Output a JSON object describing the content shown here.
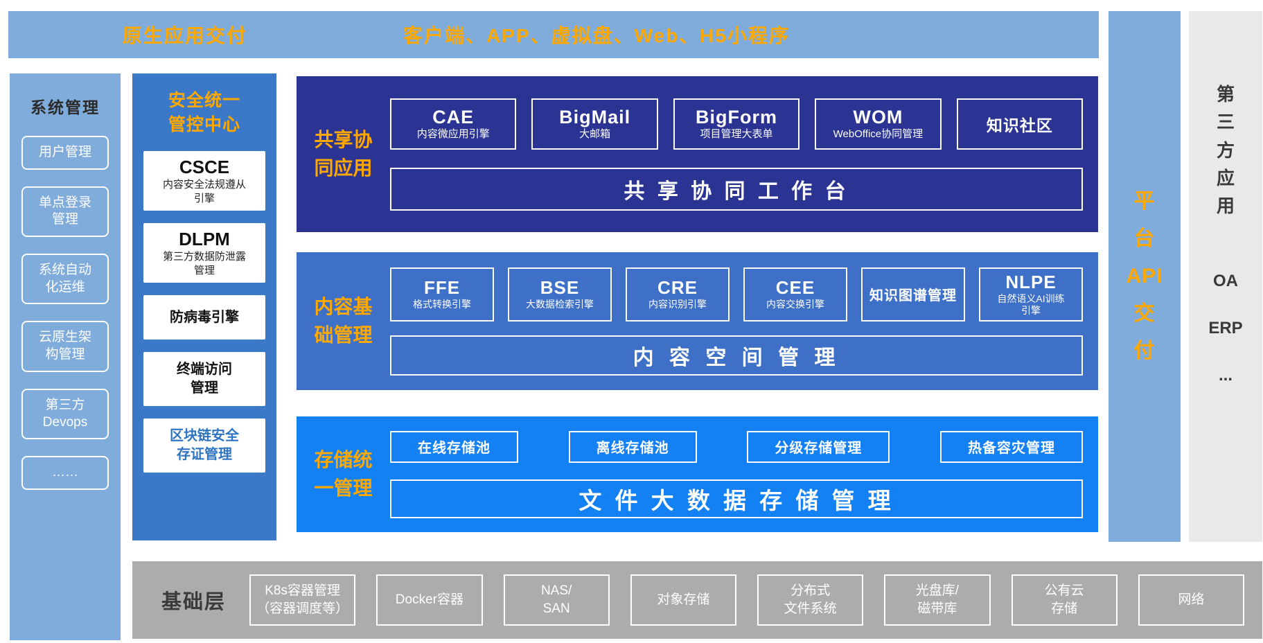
{
  "colors": {
    "light_blue": "#7FACDB",
    "panel_blue": "#3C78C8",
    "navy": "#2B3492",
    "mid_blue": "#3D70C6",
    "bright_blue": "#1380F4",
    "gray_panel": "#E9E9E9",
    "base_gray": "#ACACAC",
    "accent_orange": "#FFA800",
    "accent_blue_text": "#2E74C0",
    "white": "#FFFFFF"
  },
  "top_bar": {
    "left_label": "原生应用交付",
    "right_label": "客户端、APP、虚拟盘、Web、H5小程序"
  },
  "left_panel": {
    "title": "系统管理",
    "items": [
      "用户管理",
      "单点登录\n管理",
      "系统自动\n化运维",
      "云原生架\n构管理",
      "第三方\nDevops",
      "……"
    ]
  },
  "security_panel": {
    "title": "安全统一\n管控中心",
    "modules": [
      {
        "name": "CSCE",
        "desc": "内容安全法规遵从\n引擎"
      },
      {
        "name": "DLPM",
        "desc": "第三方数据防泄露\n管理"
      },
      {
        "name": "防病毒引擎"
      },
      {
        "name": "终端访问\n管理"
      },
      {
        "name": "区块链安全\n存证管理"
      }
    ]
  },
  "layers": [
    {
      "label": "共享协\n同应用",
      "modules": [
        {
          "name": "CAE",
          "desc": "内容微应用引擎"
        },
        {
          "name": "BigMail",
          "desc": "大邮箱"
        },
        {
          "name": "BigForm",
          "desc": "项目管理大表单"
        },
        {
          "name": "WOM",
          "desc": "WebOffice协同管理"
        },
        {
          "name": "知识社区"
        }
      ],
      "bar": "共 享 协 同 工 作 台"
    },
    {
      "label": "内容基\n础管理",
      "modules": [
        {
          "name": "FFE",
          "desc": "格式转换引擎"
        },
        {
          "name": "BSE",
          "desc": "大数据检索引擎"
        },
        {
          "name": "CRE",
          "desc": "内容识别引擎"
        },
        {
          "name": "CEE",
          "desc": "内容交换引擎"
        },
        {
          "name": "知识图谱管理"
        },
        {
          "name": "NLPE",
          "desc": "自然语义AI训练\n引擎"
        }
      ],
      "bar": "内 容 空 间 管 理"
    },
    {
      "label": "存储统\n一管理",
      "modules": [
        {
          "name": "在线存储池"
        },
        {
          "name": "离线存储池"
        },
        {
          "name": "分级存储管理"
        },
        {
          "name": "热备容灾管理"
        }
      ],
      "bar": "文 件 大 数 据 存 储 管 理"
    }
  ],
  "api_panel": {
    "label": "平\n台\nAPI\n交\n付"
  },
  "third_party_panel": {
    "title": "第\n三\n方\n应\n用",
    "items": [
      "OA",
      "ERP",
      "..."
    ]
  },
  "base_layer": {
    "label": "基础层",
    "items": [
      "K8s容器管理\n（容器调度等）",
      "Docker容器",
      "NAS/\nSAN",
      "对象存储",
      "分布式\n文件系统",
      "光盘库/\n磁带库",
      "公有云\n存储",
      "网络"
    ]
  }
}
